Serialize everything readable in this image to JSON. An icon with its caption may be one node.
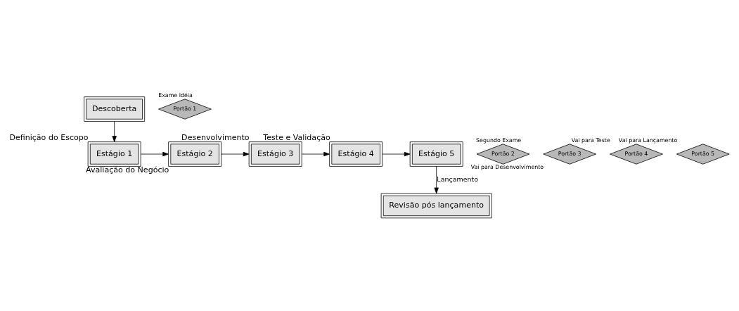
{
  "diagram": {
    "nodes": [
      {
        "text": [
          "Descoberta"
        ]
      },
      {
        "text": [
          "Portão 1"
        ],
        "beside": [
          "Exame Idéia"
        ]
      },
      {
        "text": [
          "Estágio 1"
        ],
        "beside": [
          "Definição do Escopo"
        ]
      },
      {
        "text": [
          "Portão 2"
        ],
        "beside": [
          "Segundo Exame"
        ]
      },
      {
        "text": [
          "Estágio 2"
        ],
        "beside": [
          "Avaliação do Negócio"
        ]
      },
      {
        "text": [
          "Portão 3"
        ],
        "beside": [
          "Vai para Desenvolvimento"
        ]
      },
      {
        "text": [
          "Estágio 3"
        ],
        "beside": [
          "Desenvolvimento"
        ]
      },
      {
        "text": [
          "Portão 4"
        ],
        "beside": [
          "Vai para Teste"
        ]
      },
      {
        "text": [
          "Estágio 4"
        ],
        "beside": [
          "Teste e Validação"
        ]
      },
      {
        "text": [
          "Portão 5"
        ],
        "beside": [
          "Vai para Lançamento"
        ]
      },
      {
        "text": [
          "Estágio 5"
        ]
      },
      {
        "text": [
          "Revisão pós lançamento"
        ]
      }
    ],
    "edges": [
      {
        "from": 0,
        "to": 2,
        "arrow": "to"
      },
      {
        "from": 2,
        "to": 4,
        "arrow": "to"
      },
      {
        "from": 4,
        "to": 6,
        "arrow": "to"
      },
      {
        "from": 6,
        "to": 8,
        "arrow": "to"
      },
      {
        "from": 8,
        "to": 10,
        "arrow": "to"
      },
      {
        "from": 10,
        "to": 11,
        "arrow": "to",
        "label": "Lançamento"
      }
    ]
  }
}
